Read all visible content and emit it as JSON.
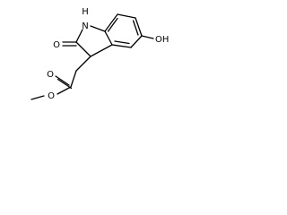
{
  "molecule": {
    "atoms": {
      "n_h": "H",
      "n": "N",
      "carbonyl_o": "O",
      "hydroxyl": "OH",
      "ester_o_double": "O",
      "ester_o_single": "O"
    }
  }
}
